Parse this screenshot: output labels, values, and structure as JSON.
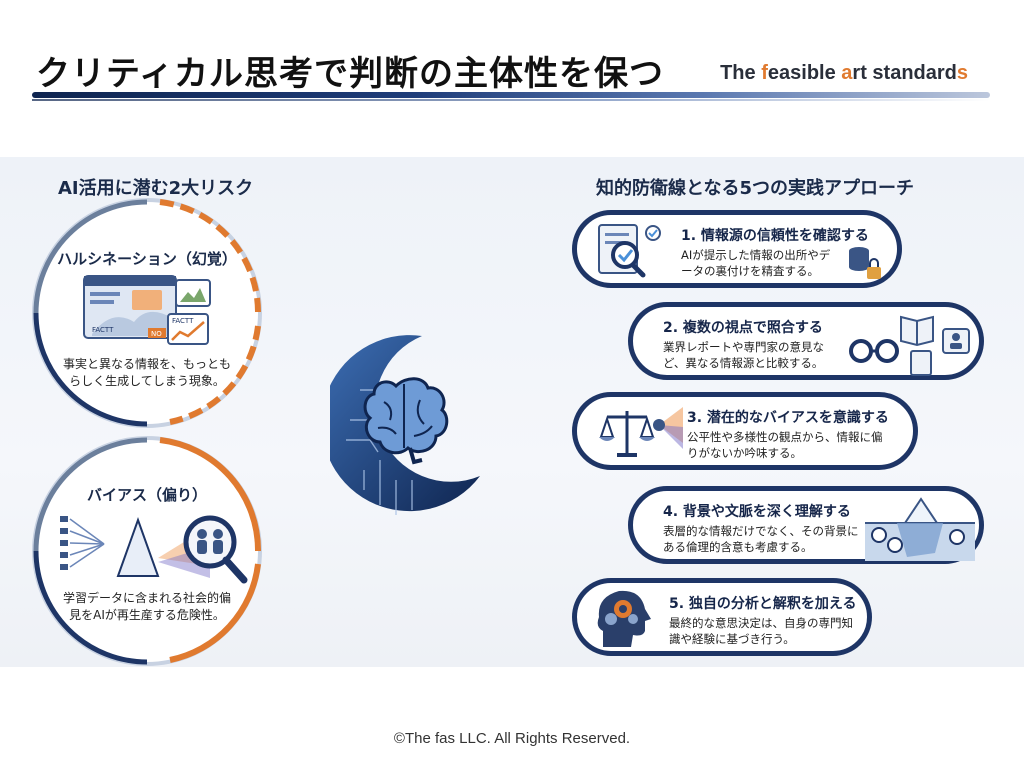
{
  "header": {
    "title": "クリティカル思考で判断の主体性を保つ",
    "brand_parts": [
      "The ",
      "f",
      "easible ",
      "a",
      "rt standard",
      "s"
    ],
    "brand_accent_color": "#e07a2f"
  },
  "left": {
    "heading": "AI活用に潜む2大リスク",
    "risks": [
      {
        "title": "ハルシネーション（幻覚）",
        "desc": "事実と異なる情報を、もっともらしく生成してしまう現象。",
        "icon": "hallucination-screen-icon",
        "inner_labels": [
          "FACTT",
          "FACTT",
          "NO"
        ]
      },
      {
        "title": "バイアス（偏り）",
        "desc": "学習データに含まれる社会的偏見をAIが再生産する危険性。",
        "icon": "prism-magnifier-icon"
      }
    ]
  },
  "right": {
    "heading": "知的防衛線となる5つの実践アプローチ",
    "steps": [
      {
        "title": "1. 情報源の信頼性を確認する",
        "desc": "AIが提示した情報の出所やデータの裏付けを精査する。",
        "icon": "document-magnifier-icon"
      },
      {
        "title": "2. 複数の視点で照合する",
        "desc": "業界レポートや専門家の意見など、異なる情報源と比較する。",
        "icon": "glasses-book-icon"
      },
      {
        "title": "3. 潜在的なバイアスを意識する",
        "desc": "公平性や多様性の観点から、情報に偏りがないか吟味する。",
        "icon": "scale-prism-icon"
      },
      {
        "title": "4. 背景や文脈を深く理解する",
        "desc": "表層的な情報だけでなく、その背景にある倫理的含意も考慮する。",
        "icon": "iceberg-icon"
      },
      {
        "title": "5. 独自の分析と解釈を加える",
        "desc": "最終的な意思決定は、自身の専門知識や経験に基づき行う。",
        "icon": "head-gears-icon"
      }
    ]
  },
  "center": {
    "icon": "brain-crescent-icon"
  },
  "footer": {
    "copyright": "©The fas LLC. All Rights Reserved."
  },
  "colors": {
    "navy": "#1e3566",
    "orange": "#e07a2f",
    "panel": "#eef2f8"
  }
}
